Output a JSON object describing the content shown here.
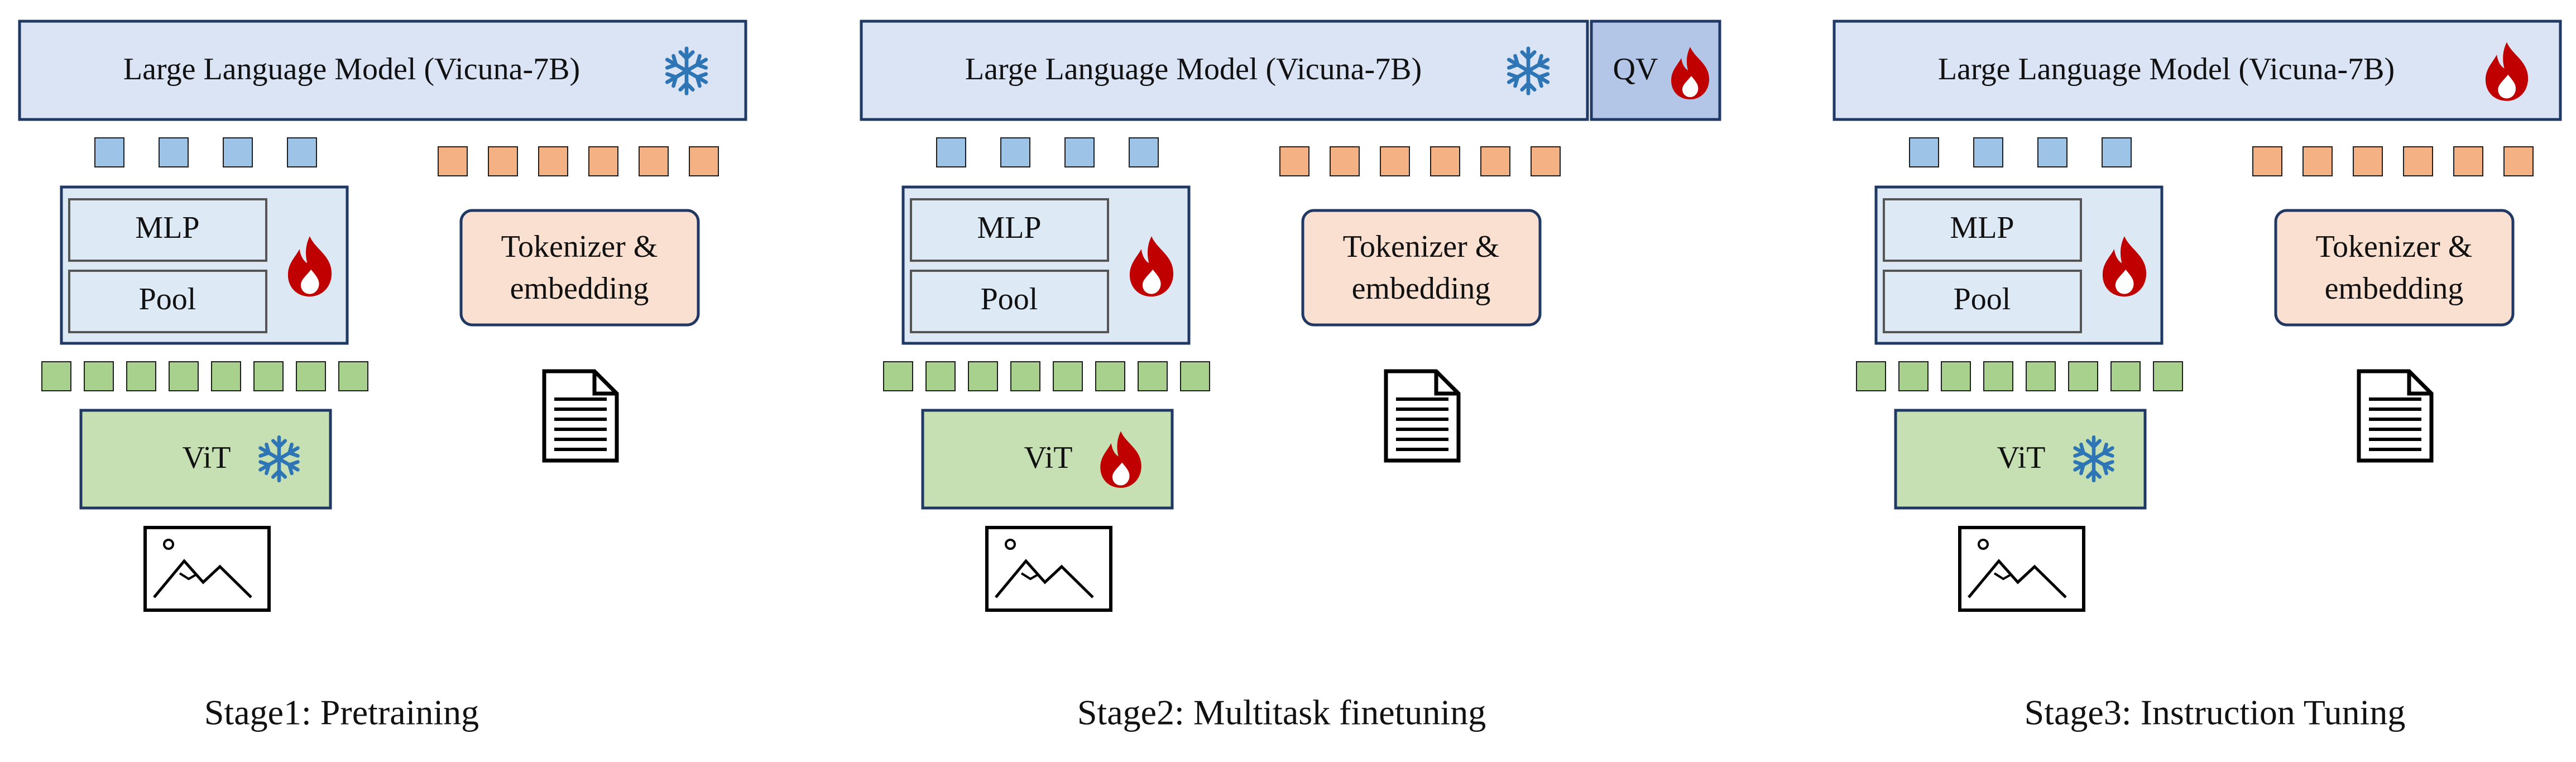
{
  "stages": [
    {
      "caption": "Stage1: Pretraining",
      "llm_label": "Large Language Model (Vicuna-7B)",
      "llm_state": "frozen",
      "qv_label": null,
      "mlp_label": "MLP",
      "pool_label": "Pool",
      "projector_state": "trainable",
      "vit_label": "ViT",
      "vit_state": "frozen",
      "tokenizer_line1": "Tokenizer &",
      "tokenizer_line2": "embedding"
    },
    {
      "caption": "Stage2: Multitask finetuning",
      "llm_label": "Large Language Model (Vicuna-7B)",
      "llm_state": "frozen",
      "qv_label": "QV",
      "qv_state": "trainable",
      "mlp_label": "MLP",
      "pool_label": "Pool",
      "projector_state": "trainable",
      "vit_label": "ViT",
      "vit_state": "trainable",
      "tokenizer_line1": "Tokenizer &",
      "tokenizer_line2": "embedding"
    },
    {
      "caption": "Stage3: Instruction Tuning",
      "llm_label": "Large Language Model (Vicuna-7B)",
      "llm_state": "trainable",
      "qv_label": null,
      "mlp_label": "MLP",
      "pool_label": "Pool",
      "projector_state": "trainable",
      "vit_label": "ViT",
      "vit_state": "frozen",
      "tokenizer_line1": "Tokenizer &",
      "tokenizer_line2": "embedding"
    }
  ],
  "tokens": {
    "visual_in_count": 8,
    "visual_out_count": 4,
    "text_count": 6
  },
  "icons": {
    "frozen": "snowflake-icon",
    "trainable": "flame-icon",
    "document": "document-icon",
    "image": "image-icon"
  },
  "colors": {
    "llm_fill": "#dbe4f4",
    "llm_stroke": "#1f3864",
    "qv_fill": "#b4c6e7",
    "projector_fill": "#dde8f5",
    "inner_fill": "#dee9f6",
    "vit_fill": "#c6e0b4",
    "tokenizer_fill": "#fae0d0",
    "tokenizer_stroke": "#1f3864",
    "blue_token": "#9dc3e6",
    "green_token": "#a9d18e",
    "orange_token": "#f4b183",
    "frozen": "#2e75b6",
    "trainable": "#c00000"
  }
}
